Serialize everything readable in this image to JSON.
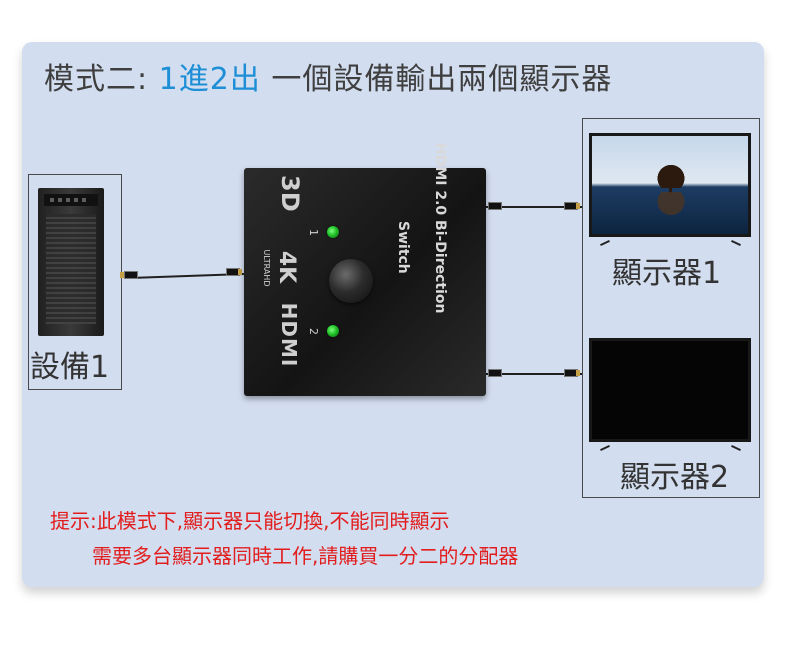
{
  "header": {
    "title_prefix": "模式二:",
    "title_highlight": "1進2出",
    "title_rest": "一個設備輸出兩個顯示器"
  },
  "labels": {
    "device": "設備1",
    "monitor1": "顯示器1",
    "monitor2": "顯示器2"
  },
  "switch": {
    "badge_3d": "3D",
    "badge_4k": "4K",
    "badge_ultrahd": "ULTRAHD",
    "badge_hdmi": "HDMI",
    "product_title": "HDMI 2.0 Bi-Direction",
    "product_subtitle": "Switch",
    "led1_label": "1",
    "led2_label": "2"
  },
  "notes": {
    "line1": "提示:此模式下,顯示器只能切換,不能同時顯示",
    "line2": "需要多台顯示器同時工作,請購買一分二的分配器"
  },
  "colors": {
    "card_background": "#d2ddef",
    "title_highlight": "#1e8fd6",
    "note_red": "#e21d1d"
  }
}
